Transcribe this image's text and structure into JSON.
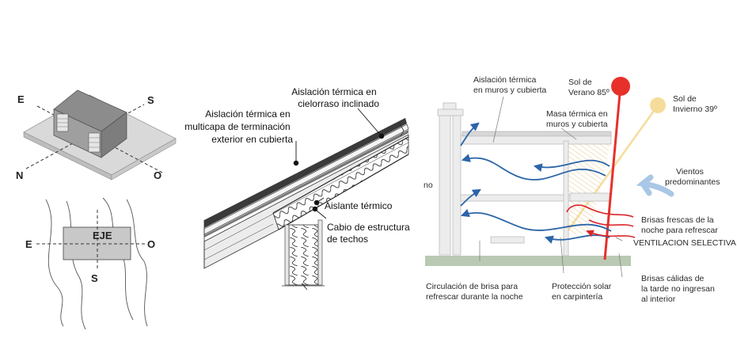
{
  "orientation": {
    "compass": {
      "east": "E",
      "south": "S",
      "north": "N",
      "west": "O"
    },
    "plan": {
      "axis": "EJE",
      "east": "E",
      "west": "O",
      "south": "S"
    }
  },
  "roof_section": {
    "labels": {
      "ceiling_insulation": [
        "Aislación térmica en",
        "cielorraso inclinado"
      ],
      "multilayer_insulation": [
        "Aislación térmica en",
        "multicapa de terminación",
        "exterior en cubierta"
      ],
      "thermal_insulator": [
        "Aislante térmico"
      ],
      "rafter": [
        "Cabio de estructura",
        "de techos"
      ]
    }
  },
  "house_section": {
    "labels": {
      "wall_roof_insulation": [
        "Aislación térmica",
        "en muros y cubierta"
      ],
      "summer_sun": [
        "Sol de",
        "Verano 85º"
      ],
      "thermal_mass": [
        "Masa térmica en",
        "muros y cubierta"
      ],
      "winter_sun": [
        "Sol de",
        "Invierno 39º"
      ],
      "prevailing_winds": [
        "Vientos",
        "predominantes"
      ],
      "night_breeze": [
        "Brisas frescas de la",
        "noche para refrescar"
      ],
      "selective_ventilation": [
        "VENTILACION SELECTIVA"
      ],
      "breeze_circulation": [
        "Circulación de brisa para",
        "refrescar durante la noche"
      ],
      "solar_protection": [
        "Protección solar",
        "en carpintería"
      ],
      "warm_breeze": [
        "Brisas cálidas de",
        "la tarde no ingresan",
        "al interior"
      ],
      "cut_text": [
        "no"
      ]
    },
    "colors": {
      "sun_summer": "#e8302a",
      "sun_winter": "#f6dc9a",
      "breeze": "#2b64a8",
      "wind": "#a9c7e6",
      "warm": "#d9262b",
      "ground": "#b9c9b3"
    }
  }
}
